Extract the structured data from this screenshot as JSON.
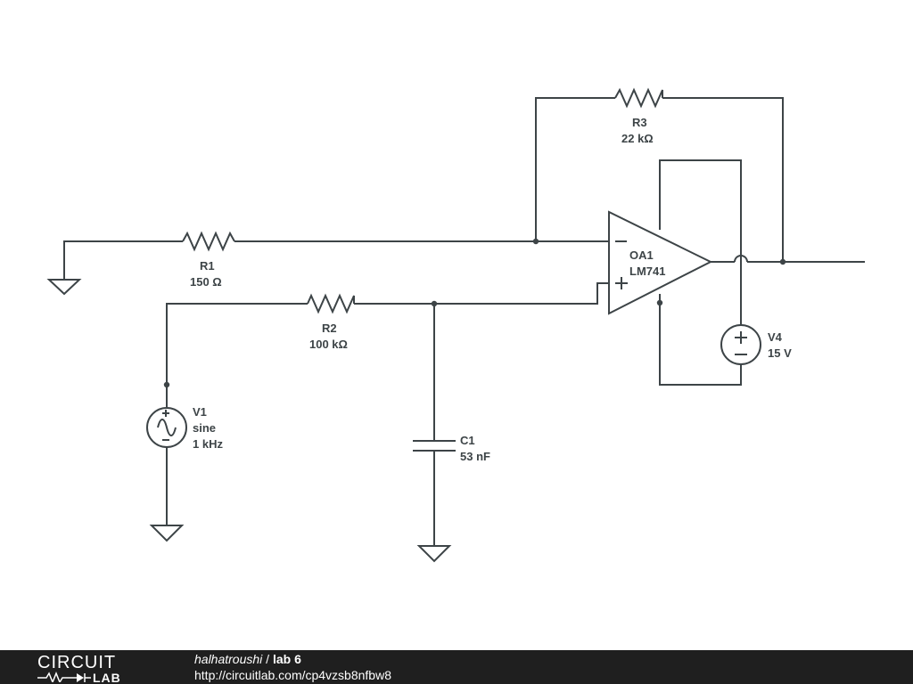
{
  "components": {
    "r1": {
      "name": "R1",
      "value": "150 Ω"
    },
    "r2": {
      "name": "R2",
      "value": "100 kΩ"
    },
    "r3": {
      "name": "R3",
      "value": "22 kΩ"
    },
    "c1": {
      "name": "C1",
      "value": "53 nF"
    },
    "v1": {
      "name": "V1",
      "kind": "sine",
      "value": "1 kHz"
    },
    "v4": {
      "name": "V4",
      "value": "15 V"
    },
    "oa1": {
      "name": "OA1",
      "model": "LM741",
      "minus": "−",
      "plus": "+"
    }
  },
  "footer": {
    "logo_top": "CIRCUIT",
    "logo_bottom": "LAB",
    "author": "halhatroushi",
    "separator": " / ",
    "title": "lab 6",
    "url": "http://circuitlab.com/cp4vzsb8nfbw8"
  },
  "colors": {
    "wire": "#3d4447",
    "footer_bg": "#1f1f1f",
    "footer_text": "#ffffff"
  }
}
